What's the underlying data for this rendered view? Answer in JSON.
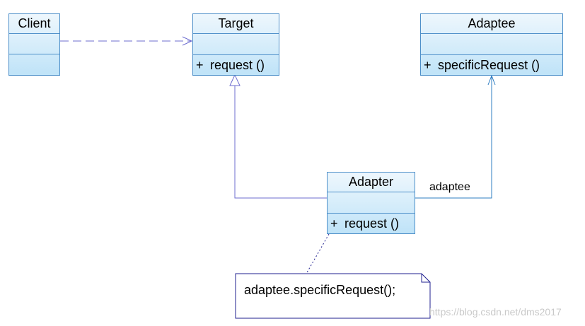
{
  "classes": {
    "client": {
      "name": "Client",
      "operations": []
    },
    "target": {
      "name": "Target",
      "operations": [
        {
          "visibility": "+",
          "signature": "request ()"
        }
      ]
    },
    "adaptee": {
      "name": "Adaptee",
      "operations": [
        {
          "visibility": "+",
          "signature": "specificRequest ()"
        }
      ]
    },
    "adapter": {
      "name": "Adapter",
      "operations": [
        {
          "visibility": "+",
          "signature": "request ()"
        }
      ]
    }
  },
  "relations": {
    "adapter_adaptee_role": "adaptee"
  },
  "note": {
    "text": "adaptee.specificRequest();"
  },
  "watermark": "https://blog.csdn.net/dms2017",
  "colors": {
    "box_border": "#4d8fc9",
    "box_fill_top": "#eef7fd",
    "box_fill_bottom": "#bfe3f8",
    "dependency_line": "#6c6ccf",
    "generalization_line": "#6c6ccf",
    "association_line": "#2e7dc1",
    "note_border": "#1f1f8f"
  }
}
